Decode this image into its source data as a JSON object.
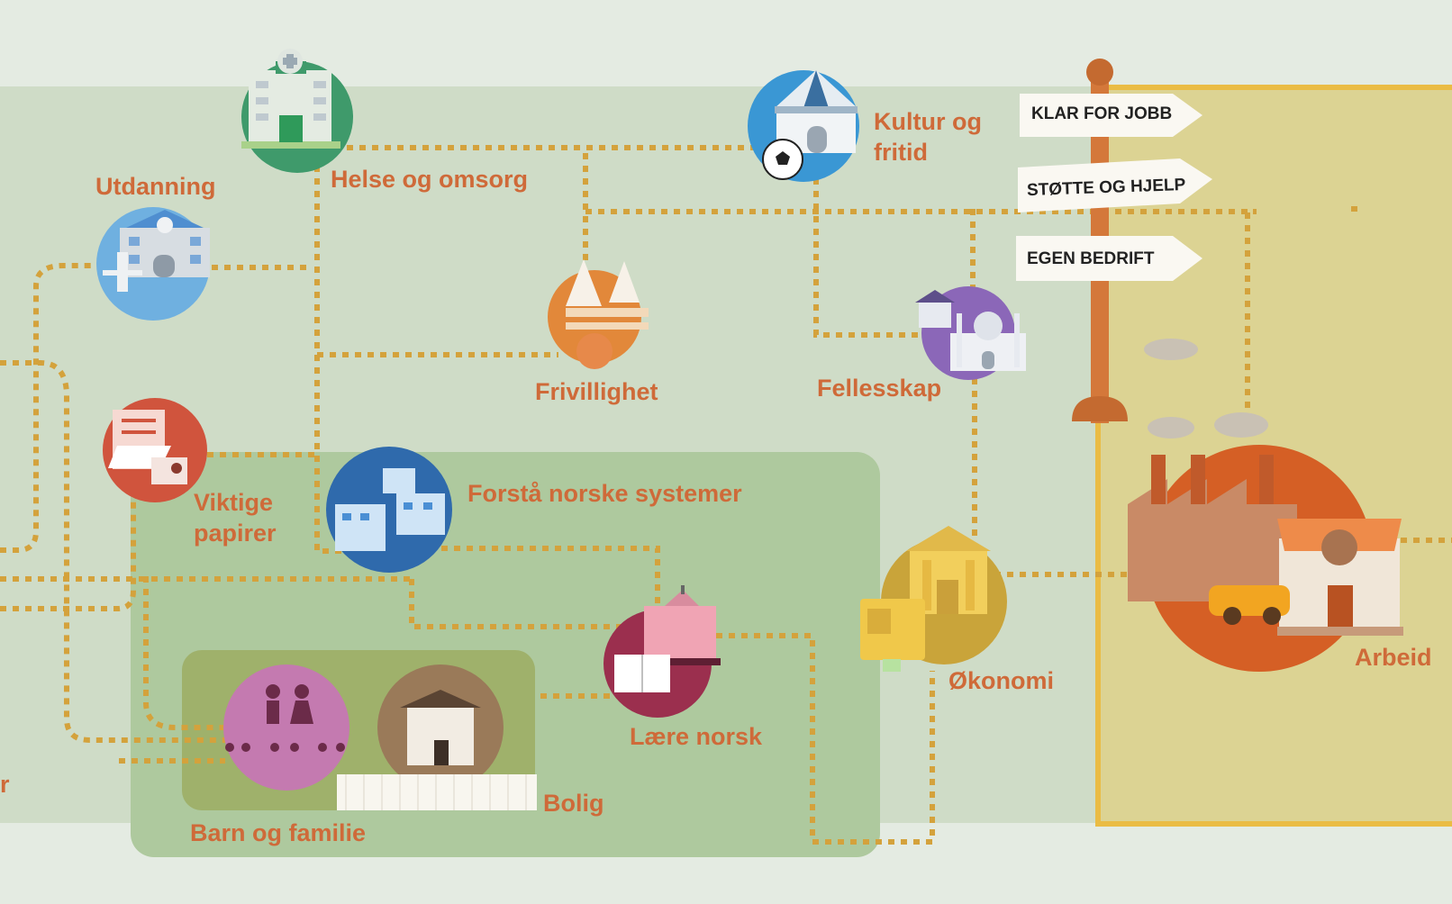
{
  "map": {
    "nodes": [
      {
        "id": "utdanning",
        "label": "Utdanning"
      },
      {
        "id": "helse",
        "label": "Helse og omsorg"
      },
      {
        "id": "kultur",
        "label": "Kultur og fritid"
      },
      {
        "id": "frivillighet",
        "label": "Frivillighet"
      },
      {
        "id": "fellesskap",
        "label": "Fellesskap"
      },
      {
        "id": "viktige",
        "label": "Viktige papirer"
      },
      {
        "id": "systemer",
        "label": "Forstå norske systemer"
      },
      {
        "id": "laere",
        "label": "Lære norsk"
      },
      {
        "id": "okonomi",
        "label": "Økonomi"
      },
      {
        "id": "barn",
        "label": "Barn og familie"
      },
      {
        "id": "bolig",
        "label": "Bolig"
      },
      {
        "id": "arbeid",
        "label": "Arbeid"
      }
    ],
    "edge_fragment": "r"
  },
  "signpost": {
    "signs": [
      "KLAR FOR JOBB",
      "STØTTE OG HJELP",
      "EGEN BEDRIFT"
    ]
  },
  "colors": {
    "label": "#cf6a39",
    "path": "#d4a23c",
    "zone_green": "#cfdcc7",
    "zone_inner": "#aec99e",
    "zone_olive": "#9fb16b",
    "work_area": "#dcd393",
    "work_border": "#eabc44"
  }
}
